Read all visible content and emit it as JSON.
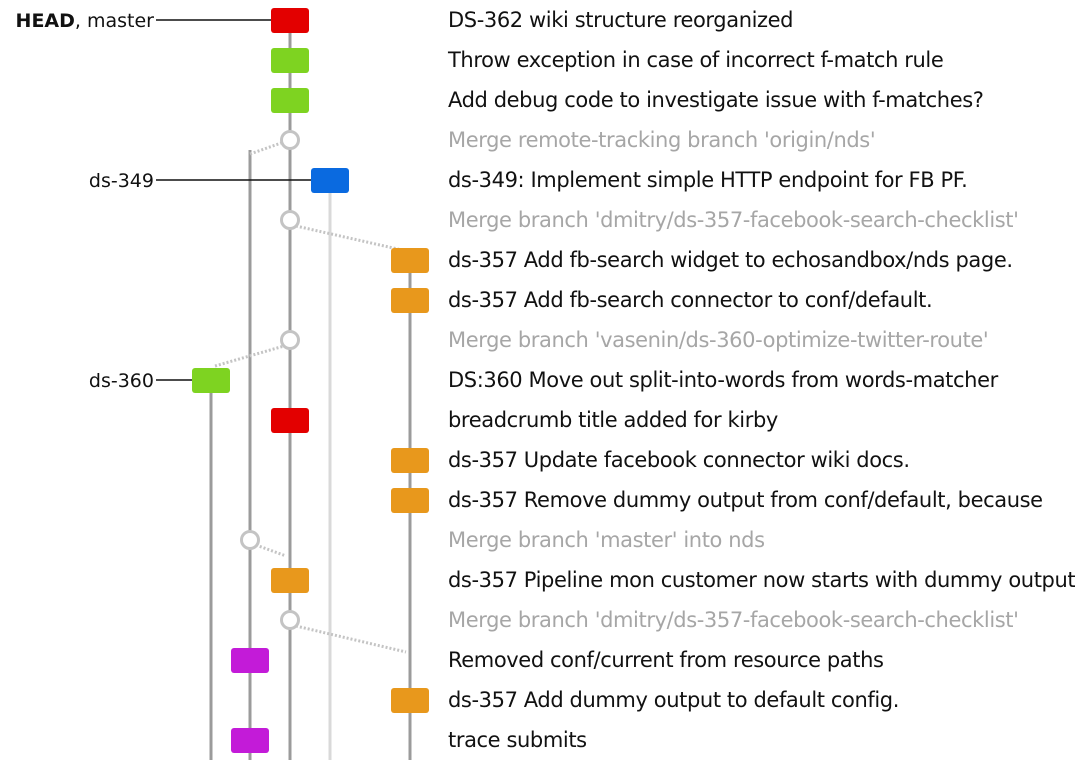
{
  "refs": [
    {
      "row": 0,
      "bold": "HEAD",
      "rest": ", master"
    },
    {
      "row": 4,
      "bold": "",
      "rest": "ds-349"
    },
    {
      "row": 9,
      "bold": "",
      "rest": "ds-360"
    }
  ],
  "commits": [
    {
      "message": "DS-362 wiki structure reorganized",
      "lane": 2,
      "color": "#e30000",
      "merge": false
    },
    {
      "message": "Throw exception in case of incorrect f-match rule",
      "lane": 2,
      "color": "#7ed321",
      "merge": false
    },
    {
      "message": "Add debug code to investigate issue with f-matches?",
      "lane": 2,
      "color": "#7ed321",
      "merge": false
    },
    {
      "message": "Merge remote-tracking branch 'origin/nds'",
      "lane": 2,
      "color": "#c4c4c4",
      "merge": true
    },
    {
      "message": "ds-349: Implement simple HTTP endpoint for FB PF.",
      "lane": 3,
      "color": "#0a6ae0",
      "merge": false
    },
    {
      "message": "Merge branch 'dmitry/ds-357-facebook-search-checklist'",
      "lane": 2,
      "color": "#c4c4c4",
      "merge": true
    },
    {
      "message": "ds-357 Add fb-search widget to echosandbox/nds page.",
      "lane": 4,
      "color": "#e8981c",
      "merge": false
    },
    {
      "message": "ds-357 Add fb-search connector to conf/default.",
      "lane": 4,
      "color": "#e8981c",
      "merge": false
    },
    {
      "message": "Merge branch 'vasenin/ds-360-optimize-twitter-route'",
      "lane": 2,
      "color": "#c4c4c4",
      "merge": true
    },
    {
      "message": "DS:360 Move out split-into-words from words-matcher",
      "lane": 0,
      "color": "#7ed321",
      "merge": false
    },
    {
      "message": "breadcrumb title added for kirby",
      "lane": 2,
      "color": "#e30000",
      "merge": false
    },
    {
      "message": "ds-357 Update facebook connector wiki docs.",
      "lane": 4,
      "color": "#e8981c",
      "merge": false
    },
    {
      "message": "ds-357 Remove dummy output from conf/default, because",
      "lane": 4,
      "color": "#e8981c",
      "merge": false
    },
    {
      "message": "Merge branch 'master' into nds",
      "lane": 1,
      "color": "#c4c4c4",
      "merge": true
    },
    {
      "message": "ds-357 Pipeline mon customer now starts with dummy output",
      "lane": 2,
      "color": "#e8981c",
      "merge": false
    },
    {
      "message": "Merge branch 'dmitry/ds-357-facebook-search-checklist'",
      "lane": 2,
      "color": "#c4c4c4",
      "merge": true
    },
    {
      "message": "Removed conf/current from resource paths",
      "lane": 1,
      "color": "#c31bd8",
      "merge": false
    },
    {
      "message": "ds-357 Add dummy output to default config.",
      "lane": 4,
      "color": "#e8981c",
      "merge": false
    },
    {
      "message": "trace submits",
      "lane": 1,
      "color": "#c31bd8",
      "merge": false
    }
  ]
}
